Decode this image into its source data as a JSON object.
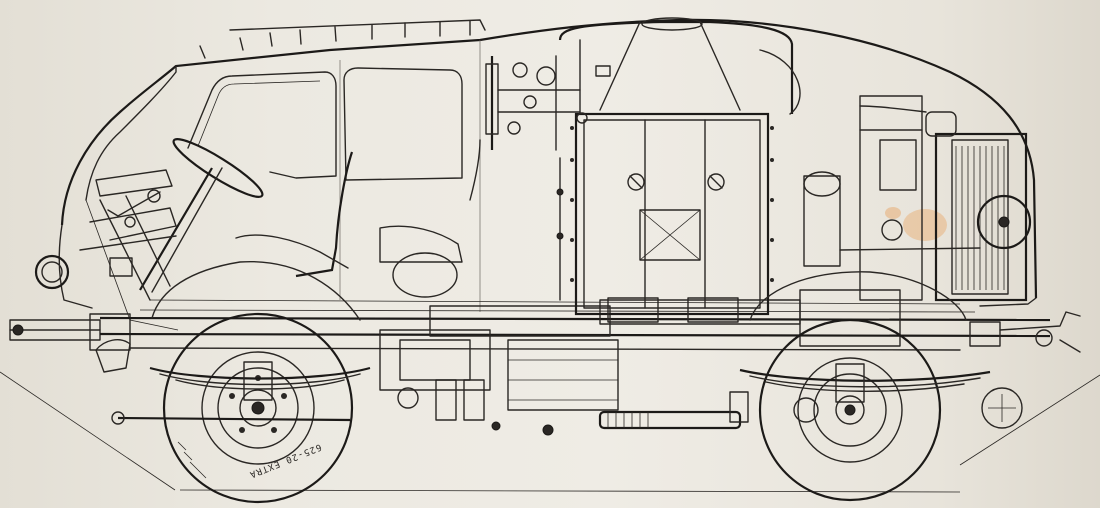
{
  "drawing": {
    "tire_marking": "625-20 EXTRA",
    "colors": {
      "paper": "#ece9e1",
      "ink": "#2a2724",
      "faint_ink": "#6c6862",
      "stain": "#e8a86a"
    },
    "elements": [
      "body-outline",
      "cab-windows",
      "steering-wheel",
      "driver-seat",
      "gas-generator",
      "boiler-stack",
      "radiator",
      "front-wheel",
      "rear-wheel",
      "leaf-springs",
      "chassis-frame",
      "exhaust-pipe",
      "front-bumper",
      "rear-tow-hook",
      "headlamp",
      "fuel-tank"
    ]
  }
}
